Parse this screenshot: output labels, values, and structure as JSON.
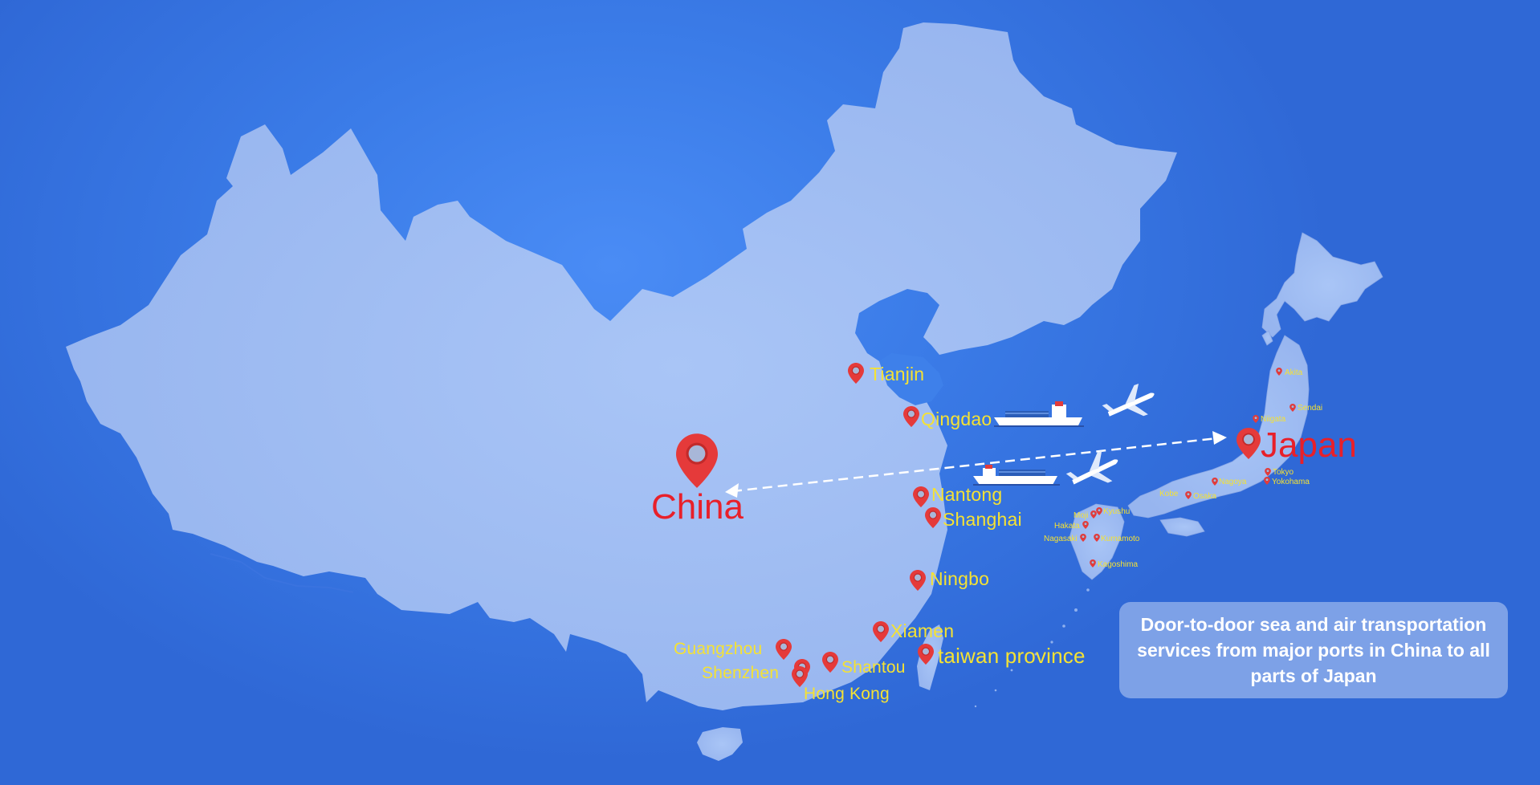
{
  "map": {
    "countries": [
      {
        "name": "China",
        "color": "#e8202a"
      },
      {
        "name": "Japan",
        "color": "#e8202a"
      }
    ],
    "china_ports": [
      {
        "name": "Tianjin"
      },
      {
        "name": "Qingdao"
      },
      {
        "name": "Nantong"
      },
      {
        "name": "Shanghai"
      },
      {
        "name": "Ningbo"
      },
      {
        "name": "Xiamen"
      },
      {
        "name": "taiwan province"
      },
      {
        "name": "Guangzhou"
      },
      {
        "name": "Shenzhen"
      },
      {
        "name": "Shantou"
      },
      {
        "name": "Hong Kong"
      }
    ],
    "japan_ports": [
      {
        "name": "Akita"
      },
      {
        "name": "Sendai"
      },
      {
        "name": "Niigata"
      },
      {
        "name": "Tokyo"
      },
      {
        "name": "Yokohama"
      },
      {
        "name": "Nagoya"
      },
      {
        "name": "Kobe"
      },
      {
        "name": "Osaka"
      },
      {
        "name": "Moji"
      },
      {
        "name": "Kyushu"
      },
      {
        "name": "Hakata"
      },
      {
        "name": "Nagasaki"
      },
      {
        "name": "Kumamoto"
      },
      {
        "name": "Kagoshima"
      }
    ],
    "route": {
      "style": "dashed",
      "arrows": "both"
    },
    "transport_icons": [
      "cargo-ship-icon",
      "airplane-icon",
      "cargo-ship-icon",
      "airplane-icon"
    ],
    "colors": {
      "background": "#3b7ce8",
      "land": "#a3c0f4",
      "pin": "#e53a3a",
      "port_label": "#f5e233"
    }
  },
  "info_box": {
    "text": "Door-to-door sea and air transportation services from major ports in China to all parts of Japan"
  }
}
